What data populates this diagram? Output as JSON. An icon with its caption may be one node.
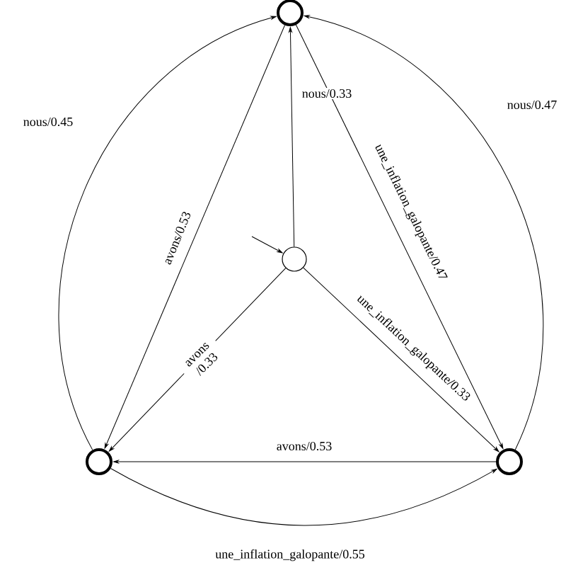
{
  "diagram": {
    "nodes": [
      {
        "text": [],
        "shape": "circle"
      },
      {
        "text": [],
        "shape": "circle"
      },
      {
        "text": [],
        "shape": "circle"
      },
      {
        "text": [],
        "shape": "circle"
      }
    ],
    "edges": [
      {
        "from": 1,
        "to": 0,
        "arrow": "to",
        "label": "nous/0.33"
      },
      {
        "from": 1,
        "to": 2,
        "arrow": "to",
        "label": "avons /0.33"
      },
      {
        "from": 1,
        "to": 3,
        "arrow": "to",
        "label": "une_inflation_galopante/0.33"
      },
      {
        "from": 0,
        "to": 2,
        "arrow": "to",
        "label": "avons/0.53"
      },
      {
        "from": 0,
        "to": 3,
        "arrow": "to",
        "label": "une_inflation_galopante/0.47"
      },
      {
        "from": 2,
        "to": 0,
        "arrow": "to",
        "label": "nous/0.45"
      },
      {
        "from": 3,
        "to": 0,
        "arrow": "to",
        "label": "nous/0.47"
      },
      {
        "from": 3,
        "to": 2,
        "arrow": "to",
        "label": "avons/0.53"
      },
      {
        "from": 2,
        "to": 3,
        "arrow": "to",
        "label": "une_inflation_galopante/0.55"
      },
      {
        "from": null,
        "to": 1,
        "arrow": "to"
      }
    ]
  }
}
